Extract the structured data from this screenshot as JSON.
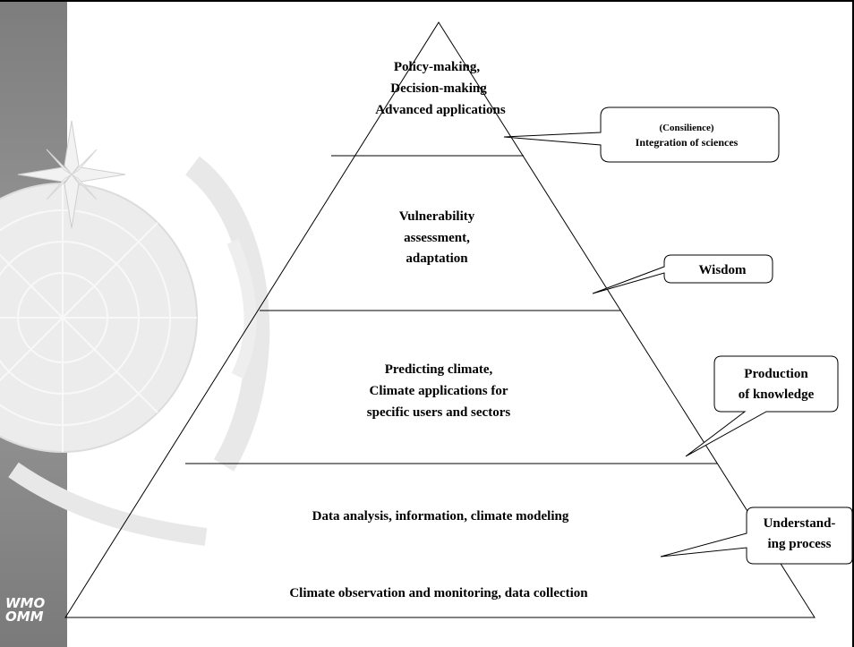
{
  "logo": {
    "line1": "WMO",
    "line2": "OMM"
  },
  "pyramid": {
    "tiers": [
      {
        "lines": [
          "Policy-making,",
          "Decision-making",
          "Advanced applications"
        ]
      },
      {
        "lines": [
          "Vulnerability",
          "assessment,",
          "adaptation"
        ]
      },
      {
        "lines": [
          "Predicting climate,",
          "Climate applications for",
          "specific users and sectors"
        ]
      },
      {
        "lines": [
          "Data analysis, information, climate modeling",
          "Climate observation and monitoring, data collection"
        ]
      }
    ]
  },
  "callouts": [
    {
      "lines": [
        "(Consilience)",
        "Integration of sciences"
      ]
    },
    {
      "lines": [
        "Wisdom"
      ]
    },
    {
      "lines": [
        "Production",
        "of knowledge"
      ]
    },
    {
      "lines": [
        "Understand-",
        "ing process"
      ]
    }
  ],
  "colors": {
    "sidebar_gray": "#8c8c8c",
    "background_art": "#e6e6e6",
    "stroke": "#000000"
  }
}
